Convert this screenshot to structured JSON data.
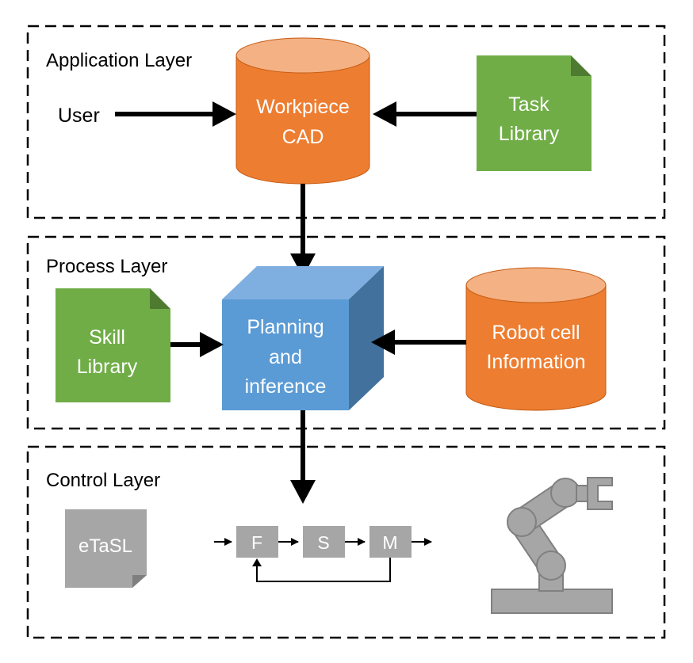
{
  "layers": {
    "application": {
      "title": "Application Layer"
    },
    "process": {
      "title": "Process Layer"
    },
    "control": {
      "title": "Control Layer"
    }
  },
  "nodes": {
    "user": "User",
    "workpiece_cad": {
      "line1": "Workpiece",
      "line2": "CAD"
    },
    "task_library": {
      "line1": "Task",
      "line2": "Library"
    },
    "skill_library": {
      "line1": "Skill",
      "line2": "Library"
    },
    "planning": {
      "line1": "Planning",
      "line2": "and",
      "line3": "inference"
    },
    "robot_cell": {
      "line1": "Robot cell",
      "line2": "Information"
    },
    "etasl": "eTaSL",
    "block_f": "F",
    "block_s": "S",
    "block_m": "M"
  },
  "colors": {
    "orange": "#ED7D31",
    "orange_top": "#F4B183",
    "green": "#70AD47",
    "blue_front": "#5B9BD5",
    "blue_top": "#7FAFE0",
    "blue_side": "#41719C",
    "gray": "#A6A6A6",
    "dark_gray": "#808080"
  }
}
